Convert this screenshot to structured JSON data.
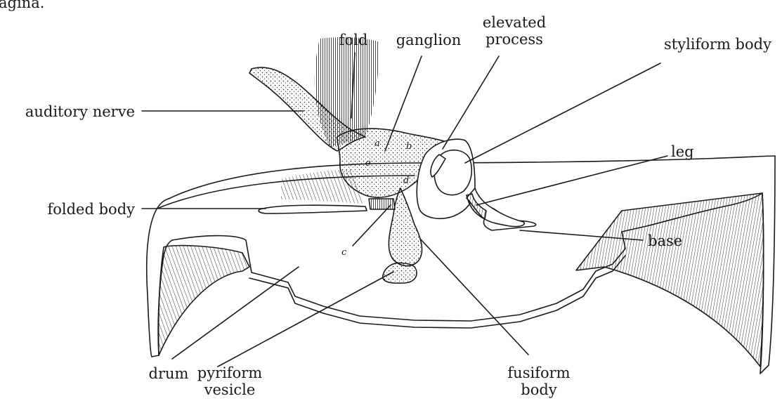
{
  "partial_heading": "agina.",
  "labels": {
    "fold": "fold",
    "ganglion": "ganglion",
    "elevated_process": [
      "elevated",
      "process"
    ],
    "styliform_body": "styliform body",
    "auditory_nerve": "auditory nerve",
    "leg": "leg",
    "folded_body": "folded body",
    "base": "base",
    "drum": "drum",
    "pyriform_vesicle": [
      "pyriform",
      "vesicle"
    ],
    "fusiform_body": [
      "fusiform",
      "body"
    ]
  },
  "letters": {
    "a": "a",
    "b": "b",
    "c": "c",
    "d": "d",
    "e": "e"
  },
  "colors": {
    "ink": "#1a1a1a",
    "paper": "#ffffff"
  }
}
